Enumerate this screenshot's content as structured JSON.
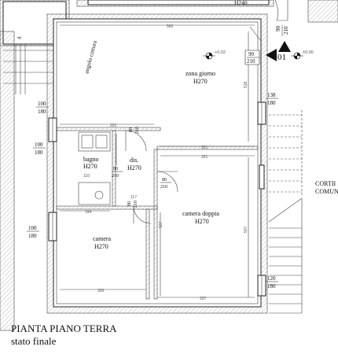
{
  "plan": {
    "top_room_label": "H240",
    "room_labels": [
      {
        "name": "zona giorno",
        "height": "H270"
      },
      {
        "name": "bagno",
        "height": "H270"
      },
      {
        "name": "dis.",
        "height": "H270"
      },
      {
        "name": "camera doppia",
        "height": "H270"
      },
      {
        "name": "camera",
        "height": "H270"
      }
    ],
    "wall_label": "angolo cottura",
    "section_marker": "01",
    "levels": [
      "+0.02",
      "±0.00"
    ],
    "openings": [
      {
        "w": "90",
        "h": "210"
      },
      {
        "w": "90",
        "h": "210"
      },
      {
        "w": "100",
        "h": "180"
      },
      {
        "w": "100",
        "h": "180"
      },
      {
        "w": "100",
        "h": "180"
      },
      {
        "w": "138",
        "h": "180"
      },
      {
        "w": "120",
        "h": "180"
      },
      {
        "w": "80",
        "h": "210"
      },
      {
        "w": "80",
        "h": "210"
      },
      {
        "w": "80",
        "h": "210"
      },
      {
        "w": "80",
        "h": "210"
      }
    ],
    "courtyard_label": [
      "CORTII",
      "COMUN"
    ],
    "dimensions": [
      "560",
      "201",
      "321",
      "321",
      "194",
      "326",
      "337",
      "110",
      "117",
      "507",
      "518",
      "507"
    ],
    "stair_number": "4"
  },
  "caption": {
    "title": "PIANTA PIANO TERRA",
    "subtitle": "stato finale"
  },
  "colors": {
    "line": "#222222",
    "fill": "#ffffff",
    "hatch": "#bbbbbb"
  }
}
